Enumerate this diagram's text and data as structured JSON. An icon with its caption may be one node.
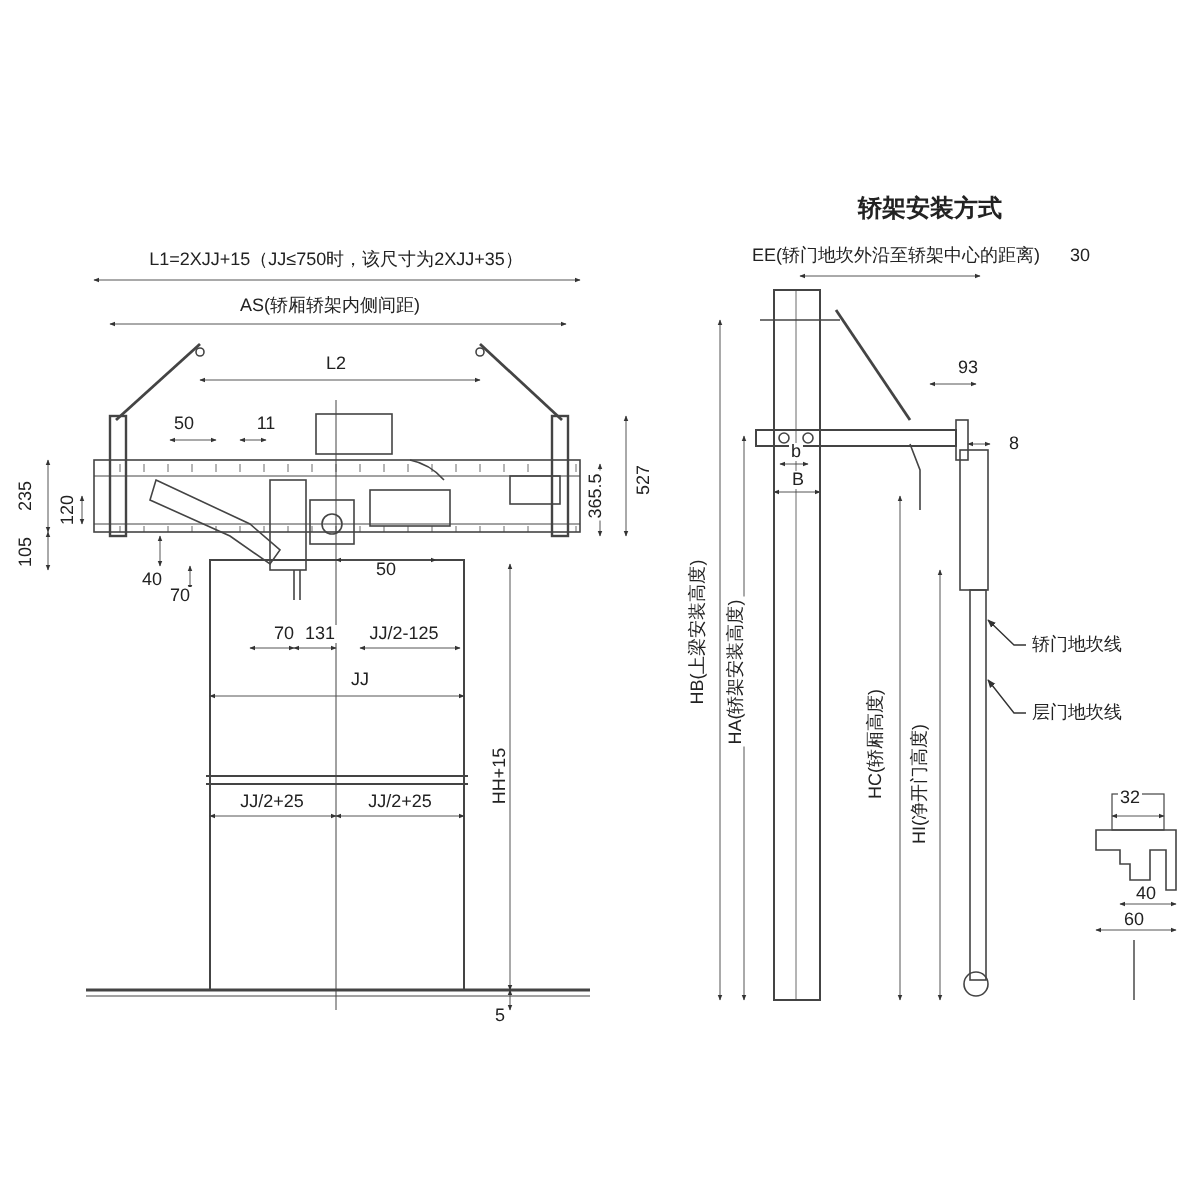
{
  "diagram": {
    "title": "轿架安装方式",
    "nodes": [
      {
        "text": [
          "轿门地坎线"
        ]
      },
      {
        "text": [
          "层门地坎线"
        ]
      }
    ],
    "edges": [
      {
        "from": 0,
        "to": null,
        "arrow": "to"
      },
      {
        "from": 1,
        "to": null,
        "arrow": "to"
      }
    ],
    "labels": [
      "L1=2XJJ+15（JJ≤750时，该尺寸为2XJJ+35）",
      "AS(轿厢轿架内侧间距)",
      "L2",
      "50",
      "11",
      "235",
      "120",
      "105",
      "40",
      "70",
      "50",
      "365.5",
      "527",
      "70",
      "131",
      "JJ/2-125",
      "JJ",
      "JJ/2+25",
      "JJ/2+25",
      "HH+15",
      "5",
      "EE(轿门地坎外沿至轿架中心的距离)",
      "30",
      "93",
      "8",
      "b",
      "B",
      "HB(上梁安装高度)",
      "HA(轿架安装高度)",
      "HC(轿厢高度)",
      "HI(净开门高度)",
      "32",
      "40",
      "60"
    ]
  }
}
